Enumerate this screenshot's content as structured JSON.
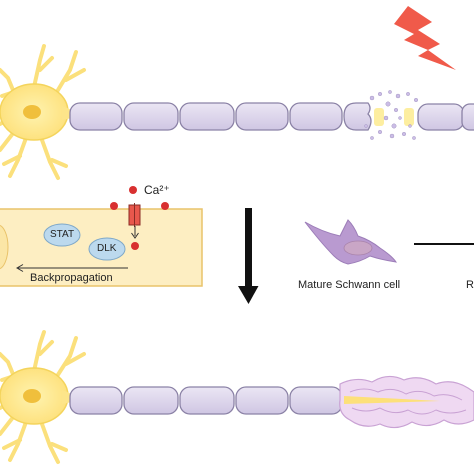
{
  "labels": {
    "calcium": "Ca²⁺",
    "stat": "STAT",
    "dlk": "DLK",
    "backpropagation": "Backpropagation",
    "mature_schwann_cell": "Mature Schwann cell",
    "cut_letter": "R"
  },
  "icons": {
    "injury": "lightning-bolt-icon",
    "transition": "down-arrow-icon"
  },
  "colors": {
    "neuron_body": "#fde58a",
    "neuron_nucleus": "#f3c23d",
    "myelin_fill": "#dcd4ec",
    "myelin_stroke": "#8b82a6",
    "axon_box": "#fdeec2",
    "bolt": "#f05a4a",
    "calcium_dot": "#d83030",
    "protein_ellipse": "#bcd9ee",
    "schwann_cell": "#b99ad0"
  }
}
